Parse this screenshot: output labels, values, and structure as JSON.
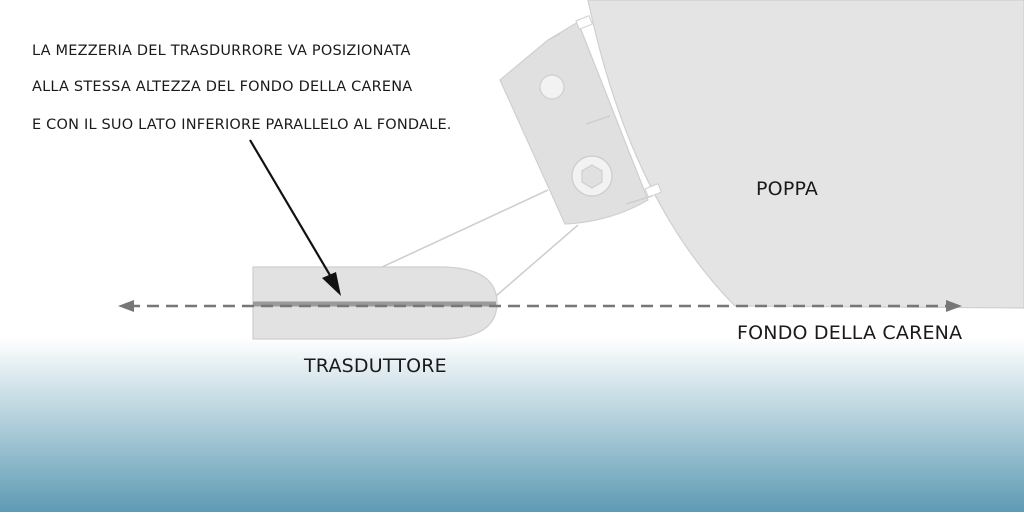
{
  "note_lines": [
    "LA MEZZERIA DEL TRASDURRORE VA POSIZIONATA",
    "ALLA STESSA ALTEZZA DEL FONDO DELLA CARENA",
    "E CON IL SUO LATO INFERIORE PARALLELO AL FONDALE."
  ],
  "labels": {
    "stern": "POPPA",
    "hull_bottom": "FONDO DELLA CARENA",
    "transducer": "TRASDUTTORE"
  },
  "colors": {
    "hull": "#e4e4e4",
    "hull_edge": "#cfcfcf",
    "transducer_body": "#e2e2e2",
    "transducer_centerline": "#9a9a9a",
    "bracket": "#e0e0e0",
    "dashed_line": "#777777",
    "arrow": "#111111",
    "water_top": "#ffffff",
    "water_bottom": "#5e9bb4",
    "text": "#1a1a1a"
  }
}
